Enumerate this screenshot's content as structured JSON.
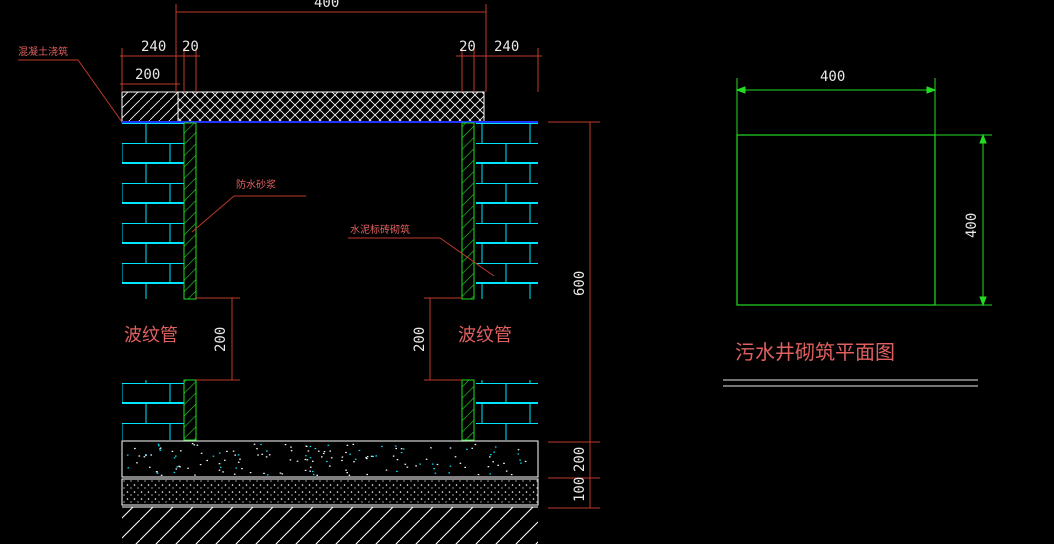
{
  "section": {
    "dims": {
      "top_width": "400",
      "left_brick": "240",
      "left_gap": "20",
      "right_gap": "20",
      "right_brick": "240",
      "concrete_width": "200",
      "height_600": "600",
      "pipe_left": "200",
      "pipe_right": "200",
      "base_200": "200",
      "base_100": "100"
    },
    "labels": {
      "concrete_cover": "混凝土浇筑",
      "waterproof_mortar": "防水砂浆",
      "brick_masonry": "水泥标砖砌筑",
      "pipe_left": "波纹管",
      "pipe_right": "波纹管"
    }
  },
  "plan": {
    "dims": {
      "width": "400",
      "height": "400"
    },
    "title": "污水井砌筑平面图"
  },
  "colors": {
    "background": "#000000",
    "brick": "#00e5ff",
    "mortar": "#2ecc40",
    "dimension": "#c0392b",
    "text_dim": "#e8e8e8",
    "text_label": "#e06060",
    "plan_outline": "#22dd22",
    "cover": "#ffffff",
    "top_line": "#2233ff"
  }
}
